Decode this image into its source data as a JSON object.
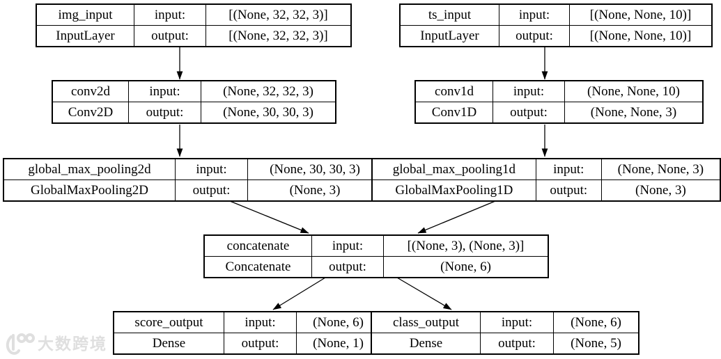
{
  "diagram": {
    "title": "keras-model-plot",
    "row_labels": {
      "input": "input:",
      "output": "output:"
    },
    "nodes": [
      {
        "name": "img_input",
        "type": "InputLayer",
        "input_label": "input:",
        "output_label": "output:",
        "input_shape": "[(None, 32, 32, 3)]",
        "output_shape": "[(None, 32, 32, 3)]"
      },
      {
        "name": "ts_input",
        "type": "InputLayer",
        "input_label": "input:",
        "output_label": "output:",
        "input_shape": "[(None, None, 10)]",
        "output_shape": "[(None, None, 10)]"
      },
      {
        "name": "conv2d",
        "type": "Conv2D",
        "input_label": "input:",
        "output_label": "output:",
        "input_shape": "(None, 32, 32, 3)",
        "output_shape": "(None, 30, 30, 3)"
      },
      {
        "name": "conv1d",
        "type": "Conv1D",
        "input_label": "input:",
        "output_label": "output:",
        "input_shape": "(None, None, 10)",
        "output_shape": "(None, None, 3)"
      },
      {
        "name": "global_max_pooling2d",
        "type": "GlobalMaxPooling2D",
        "input_label": "input:",
        "output_label": "output:",
        "input_shape": "(None, 30, 30, 3)",
        "output_shape": "(None, 3)"
      },
      {
        "name": "global_max_pooling1d",
        "type": "GlobalMaxPooling1D",
        "input_label": "input:",
        "output_label": "output:",
        "input_shape": "(None, None, 3)",
        "output_shape": "(None, 3)"
      },
      {
        "name": "concatenate",
        "type": "Concatenate",
        "input_label": "input:",
        "output_label": "output:",
        "input_shape": "[(None, 3), (None, 3)]",
        "output_shape": "(None, 6)"
      },
      {
        "name": "score_output",
        "type": "Dense",
        "input_label": "input:",
        "output_label": "output:",
        "input_shape": "(None, 6)",
        "output_shape": "(None, 1)"
      },
      {
        "name": "class_output",
        "type": "Dense",
        "input_label": "input:",
        "output_label": "output:",
        "input_shape": "(None, 6)",
        "output_shape": "(None, 5)"
      }
    ],
    "edges": [
      {
        "from": "img_input",
        "to": "conv2d"
      },
      {
        "from": "ts_input",
        "to": "conv1d"
      },
      {
        "from": "conv2d",
        "to": "global_max_pooling2d"
      },
      {
        "from": "conv1d",
        "to": "global_max_pooling1d"
      },
      {
        "from": "global_max_pooling2d",
        "to": "concatenate"
      },
      {
        "from": "global_max_pooling1d",
        "to": "concatenate"
      },
      {
        "from": "concatenate",
        "to": "score_output"
      },
      {
        "from": "concatenate",
        "to": "class_output"
      }
    ]
  },
  "watermark": {
    "text": "大数跨境"
  },
  "colors": {
    "background": "#ffffff",
    "line": "#000000",
    "text": "#000000",
    "watermark": "#dfdfdf"
  }
}
